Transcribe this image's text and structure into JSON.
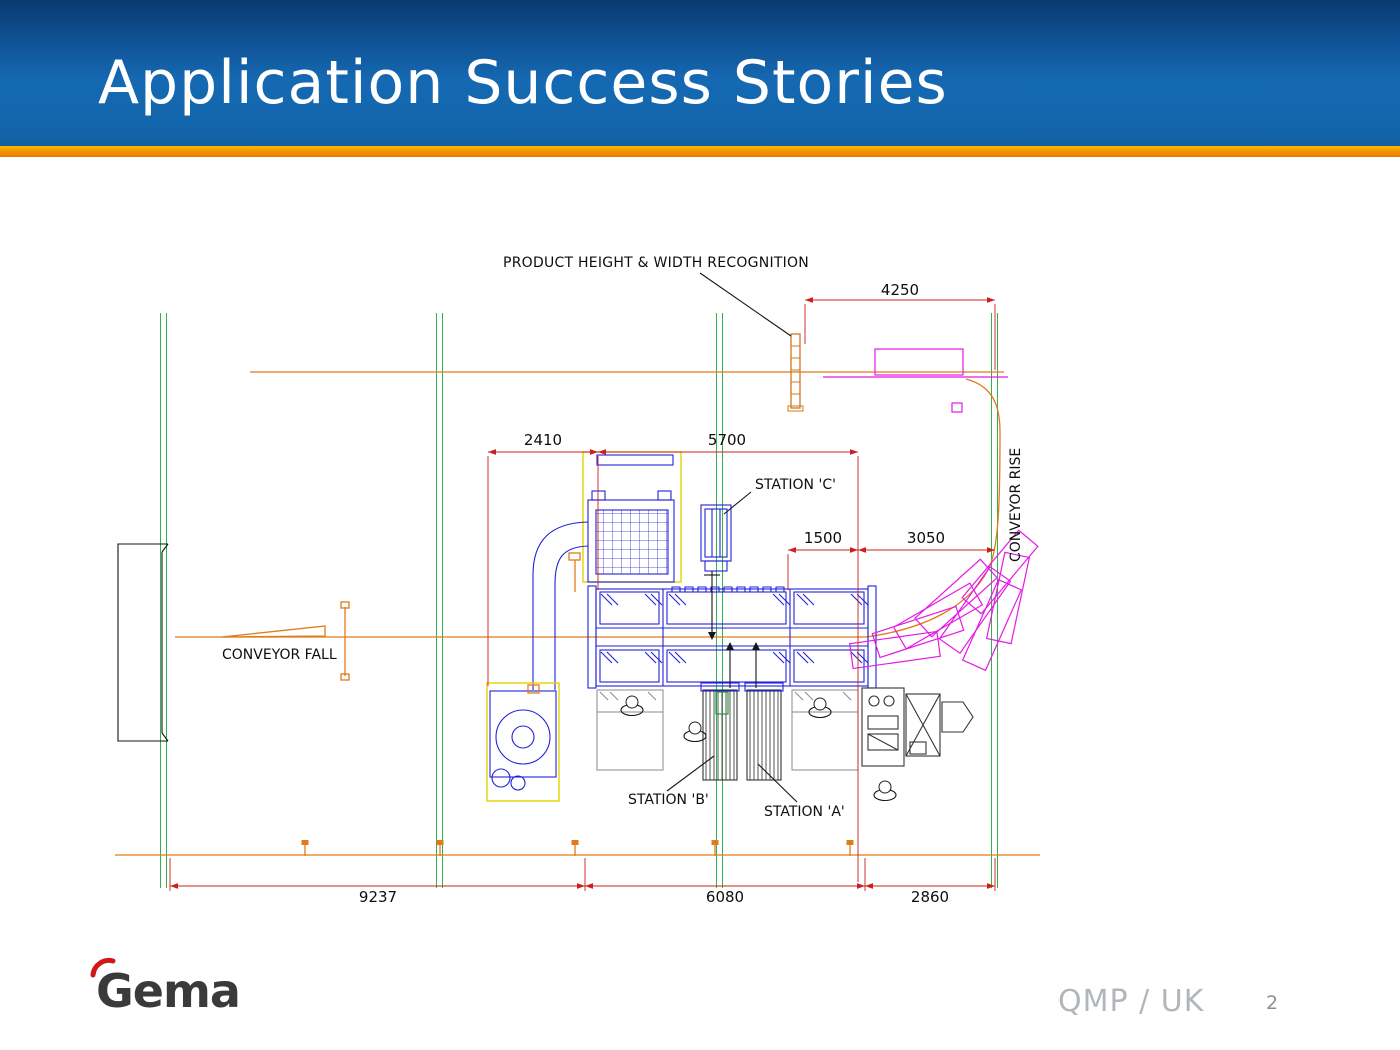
{
  "header": {
    "title": "Application Success Stories"
  },
  "footer": {
    "logo_text": "Gema",
    "credit": "QMP / UK",
    "page_number": "2"
  },
  "diagram": {
    "labels": {
      "product_recognition": "PRODUCT HEIGHT & WIDTH RECOGNITION",
      "station_c": "STATION 'C'",
      "station_b": "STATION 'B'",
      "station_a": "STATION 'A'",
      "conveyor_fall": "CONVEYOR FALL",
      "conveyor_rise": "CONVEYOR RISE"
    },
    "dimensions": {
      "top_width": "4250",
      "booth_feed": "2410",
      "booth_length": "5700",
      "station_gap": "1500",
      "rise_length": "3050",
      "bay_left": "9237",
      "bay_center": "6080",
      "bay_right": "2860"
    },
    "colors": {
      "header_blue_top": "#0a3a70",
      "header_blue": "#1569b2",
      "accent_orange": "#f29100",
      "cad_grid_green": "#2eb34d",
      "cad_conveyor_orange": "#e07b1a",
      "cad_equipment_blue": "#2121d8",
      "cad_product_magenta": "#e619e6",
      "cad_dimension_red": "#cc2020",
      "cad_highlight_yellow": "#e3d200",
      "logo_red": "#d01818"
    }
  }
}
